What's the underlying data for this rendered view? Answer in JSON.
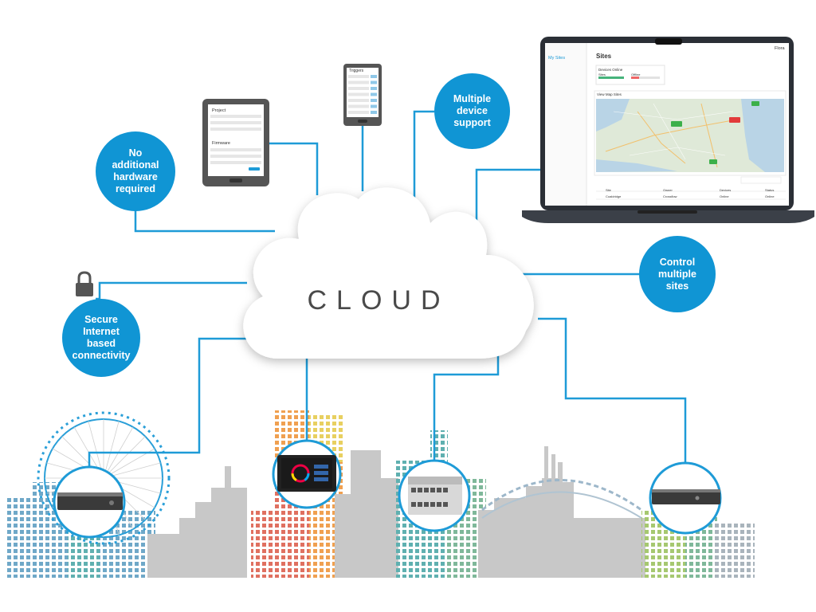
{
  "diagram": {
    "center_label": "CLOUD",
    "bubbles": {
      "no_hardware": "No\nadditional\nhardware\nrequired",
      "multiple_device": "Multiple\ndevice\nsupport",
      "control_sites": "Control\nmultiple\nsites",
      "secure": "Secure\nInternet\nbased\nconnectivity"
    }
  },
  "tablet": {
    "section1": "Project",
    "section2": "Firmware"
  },
  "phone": {
    "title": "Triggers"
  },
  "laptop": {
    "sidebar_link": "My Sites",
    "page_title": "Sites",
    "user_label": "Flora",
    "card_title": "Devices Online",
    "card_stat1": "Sites",
    "card_stat2": "Offline",
    "map_title": "View Map Sites",
    "table": {
      "headers": [
        "Site",
        "Owner",
        "Devices",
        "Status"
      ],
      "row": [
        "Coaldridge",
        "Crossflow",
        "Online",
        "Online"
      ]
    }
  },
  "colors": {
    "accent": "#1095d4",
    "buildings": "#c8c8c8",
    "device_frame": "#555555"
  }
}
